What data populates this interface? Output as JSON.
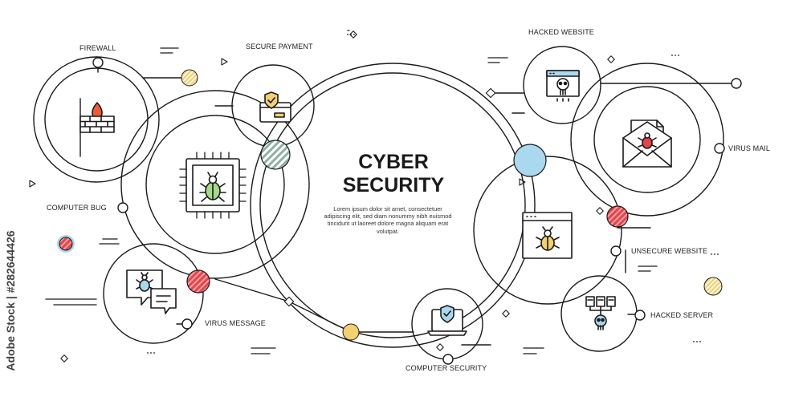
{
  "title": {
    "line1": "CYBER",
    "line2": "SECURITY"
  },
  "body_text": "Lorem ipsum dolor sit amet, consectetuer adipiscing elit, sed diam nonummy nibh euismod tincidunt ut laoreet dolore magna aliquam erat volutpat.",
  "labels": {
    "firewall": "FIREWALL",
    "secure_payment": "SECURE PAYMENT",
    "hacked_website": "HACKED WEBSITE",
    "virus_mail": "VIRUS MAIL",
    "computer_bug": "COMPUTER BUG",
    "unsecure_website": "UNSECURE WEBSITE",
    "virus_message": "VIRUS MESSAGE",
    "hacked_server": "HACKED SERVER",
    "computer_security": "COMPUTER SECURITY"
  },
  "watermark": "Adobe Stock | #282644426",
  "colors": {
    "line": "#1a1a1a",
    "red": "#e8434a",
    "red_light": "#f2a3a6",
    "yellow": "#f4d06f",
    "blue": "#a9d8ef",
    "gray_green": "#8fb0a4",
    "fire": "#ef5b35",
    "bug_green": "#a7d98a"
  }
}
